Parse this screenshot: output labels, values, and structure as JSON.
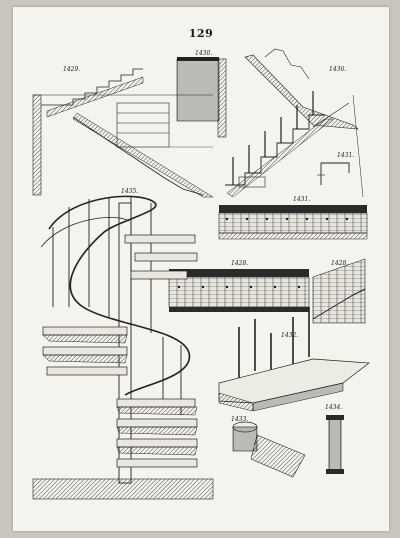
{
  "page": {
    "number": "129"
  },
  "figures": [
    {
      "id": "fig-1429",
      "label": "1429."
    },
    {
      "id": "fig-1430",
      "label": "1430."
    },
    {
      "id": "fig-1436",
      "label": "1436."
    },
    {
      "id": "fig-1435",
      "label": "1435."
    },
    {
      "id": "fig-1431a",
      "label": "1431."
    },
    {
      "id": "fig-1431b",
      "label": "1431."
    },
    {
      "id": "fig-1428a",
      "label": "1428."
    },
    {
      "id": "fig-1428b",
      "label": "1428."
    },
    {
      "id": "fig-1432",
      "label": "1432."
    },
    {
      "id": "fig-1433",
      "label": "1433."
    },
    {
      "id": "fig-1434",
      "label": "1434."
    }
  ]
}
